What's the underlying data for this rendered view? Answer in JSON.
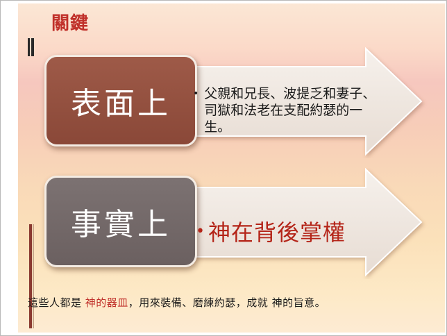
{
  "slide": {
    "title": "關鍵",
    "rows": [
      {
        "label": "表面上",
        "bullet": "父親和兄長、波提乏和妻子、司獄和法老在支配約瑟的一生。"
      },
      {
        "label": "事實上",
        "bullet": "神在背後掌權"
      }
    ],
    "footer": {
      "part1": "這些人都是 ",
      "part2": "神的器皿",
      "part3": "，用來裝備、磨練約瑟，成就 神的旨意。"
    }
  },
  "colors": {
    "title": "#c0302a",
    "box_top": "#8f4a3a",
    "box_bottom": "#6e6464",
    "bullet_emphasis": "#b42418"
  }
}
